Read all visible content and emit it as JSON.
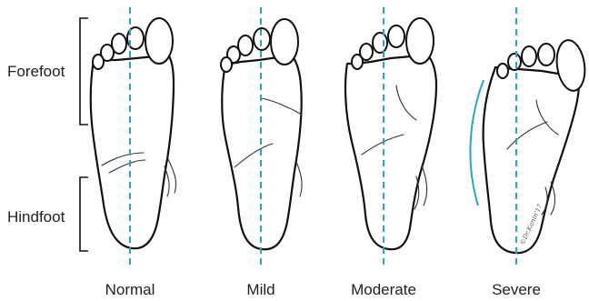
{
  "region_labels": {
    "forefoot": "Forefoot",
    "hindfoot": "Hindfoot"
  },
  "stages": [
    {
      "label": "Normal"
    },
    {
      "label": "Mild"
    },
    {
      "label": "Moderate"
    },
    {
      "label": "Severe"
    }
  ],
  "signature": "©Dr.Kanin'17",
  "colors": {
    "axis": "#2aa6c4",
    "outline": "#111111",
    "text": "#222222",
    "background": "#ffffff"
  }
}
